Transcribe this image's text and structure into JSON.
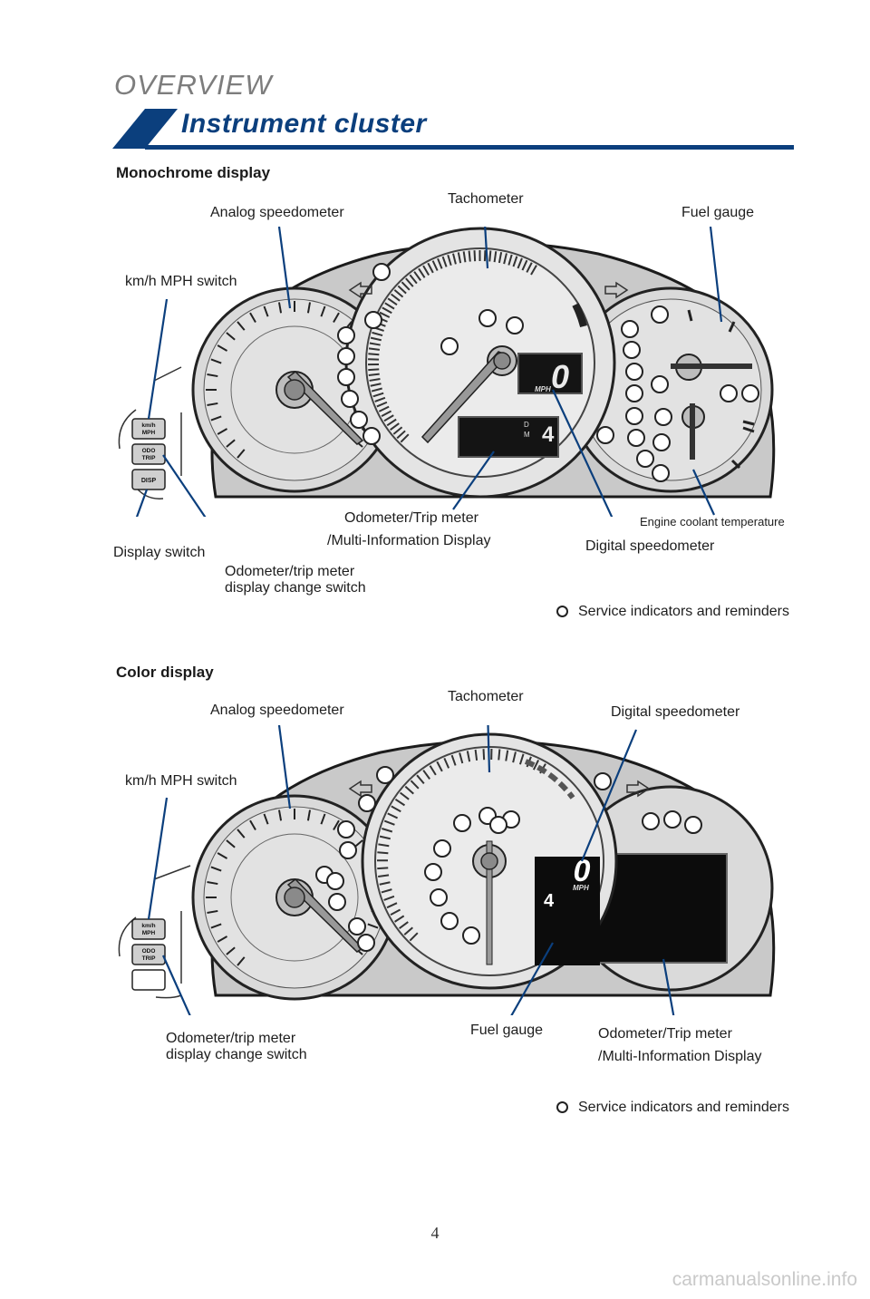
{
  "header": {
    "section": "OVERVIEW",
    "title": "Instrument cluster",
    "accent_color": "#0b3f7d"
  },
  "monochrome": {
    "heading": "Monochrome display",
    "labels": {
      "analog_speedometer": "Analog speedometer",
      "tachometer": "Tachometer",
      "fuel_gauge": "Fuel gauge",
      "kmh_mph_switch": "km/h MPH switch",
      "odometer_mid_line1": "Odometer/Trip meter",
      "odometer_mid_line2": "/Multi-Information Display",
      "digital_speedometer": "Digital speedometer",
      "engine_coolant": "Engine coolant temperature",
      "display_switch": "Display switch",
      "odo_change_line1": "Odometer/trip meter",
      "odo_change_line2": "display change switch"
    },
    "buttons": [
      "km/h MPH",
      "ODO TRIP",
      "DISP"
    ],
    "digital_speed": "0",
    "speed_unit": "MPH",
    "gear": "4",
    "gear_modes": [
      "D",
      "M"
    ]
  },
  "color": {
    "heading": "Color display",
    "labels": {
      "analog_speedometer": "Analog speedometer",
      "tachometer": "Tachometer",
      "digital_speedometer": "Digital speedometer",
      "kmh_mph_switch": "km/h MPH switch",
      "odo_change_line1": "Odometer/trip meter",
      "odo_change_line2": "display change switch",
      "fuel_gauge": "Fuel gauge",
      "odometer_line1": "Odometer/Trip meter",
      "odometer_line2": "/Multi-Information Display"
    },
    "buttons": [
      "km/h MPH",
      "ODO TRIP"
    ],
    "digital_speed": "0",
    "speed_unit": "MPH",
    "gear": "4"
  },
  "legend": {
    "service_indicators": "Service indicators and reminders"
  },
  "footer": {
    "page_number": "4",
    "watermark": "carmanualsonline.info"
  }
}
